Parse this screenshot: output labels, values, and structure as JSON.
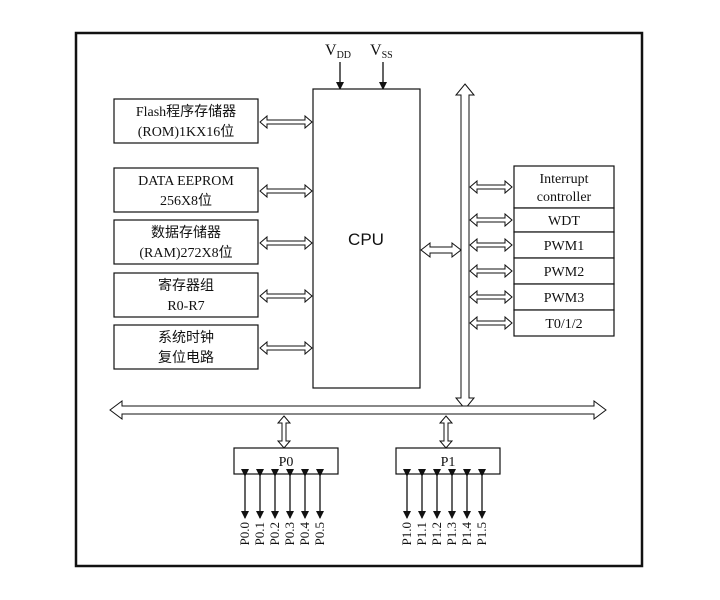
{
  "power": {
    "vdd": {
      "main": "V",
      "sub": "DD"
    },
    "vss": {
      "main": "V",
      "sub": "SS"
    }
  },
  "cpu": {
    "label": "CPU"
  },
  "left_blocks": [
    {
      "line1": "Flash程序存储器",
      "line2": "(ROM)1KX16位"
    },
    {
      "line1": "DATA EEPROM",
      "line2": "256X8位"
    },
    {
      "line1": "数据存储器",
      "line2": "(RAM)272X8位"
    },
    {
      "line1": "寄存器组",
      "line2": "R0-R7"
    },
    {
      "line1": "系统时钟",
      "line2": "复位电路"
    }
  ],
  "right_blocks": [
    {
      "line1": "Interrupt",
      "line2": "controller"
    },
    {
      "line1": "WDT",
      "line2": ""
    },
    {
      "line1": "PWM1",
      "line2": ""
    },
    {
      "line1": "PWM2",
      "line2": ""
    },
    {
      "line1": "PWM3",
      "line2": ""
    },
    {
      "line1": "T0/1/2",
      "line2": ""
    }
  ],
  "ports": [
    {
      "name": "P0",
      "pins": [
        "P0.0",
        "P0.1",
        "P0.2",
        "P0.3",
        "P0.4",
        "P0.5"
      ]
    },
    {
      "name": "P1",
      "pins": [
        "P1.0",
        "P1.1",
        "P1.2",
        "P1.3",
        "P1.4",
        "P1.5"
      ]
    }
  ]
}
